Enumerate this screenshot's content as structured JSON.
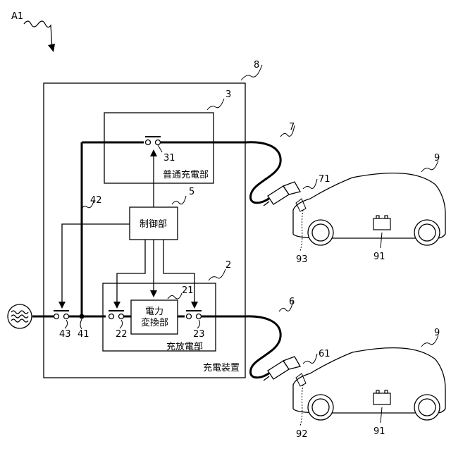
{
  "figure_label": "A1",
  "refs": {
    "device": "8",
    "normal_charging_unit": "3",
    "switch_31": "31",
    "cable_normal": "7",
    "vehicle_top": "9",
    "connector_top": "71",
    "battery_top": "91",
    "port_top": "93",
    "line_42": "42",
    "control_unit": "5",
    "charge_discharge_unit": "2",
    "converter": "21",
    "switch_22": "22",
    "switch_23": "23",
    "switch_43": "43",
    "node_41": "41",
    "cable_discharge": "6",
    "connector_bottom": "61",
    "vehicle_bottom": "9",
    "battery_bottom": "91",
    "port_bottom": "92"
  },
  "blocks": {
    "normal_charging_unit": "普通充電部",
    "control_unit": "制御部",
    "power_converter_line1": "電力",
    "power_converter_line2": "変換部",
    "charge_discharge_unit": "充放電部",
    "charging_device": "充電装置"
  },
  "icons": {
    "ac_source": "ac-source-icon",
    "vehicle": "vehicle-icon",
    "battery": "battery-icon",
    "plug": "charging-plug-icon"
  }
}
